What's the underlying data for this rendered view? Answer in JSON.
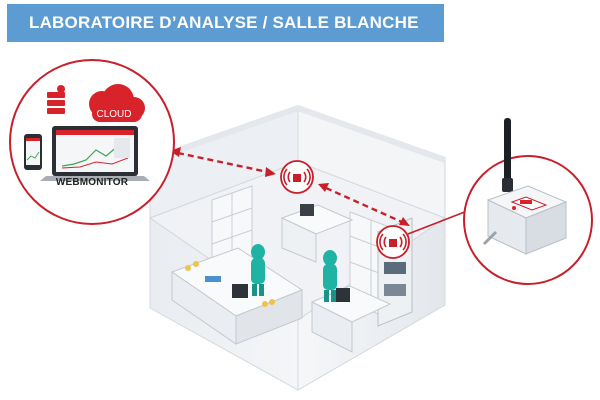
{
  "header": {
    "title": "LABORATOIRE D’ANALYSE / SALLE BLANCHE"
  },
  "webmonitor": {
    "label": "WEBMONITOR",
    "cloud_label": "CLOUD"
  },
  "colors": {
    "banner": "#5d9cd3",
    "accent": "#d9232a",
    "sensor": "#ffffff"
  },
  "icons": {
    "cloud": "cloud-icon",
    "server": "server-icon",
    "wireless": "wireless-signal-icon",
    "sensor": "data-logger-icon"
  }
}
